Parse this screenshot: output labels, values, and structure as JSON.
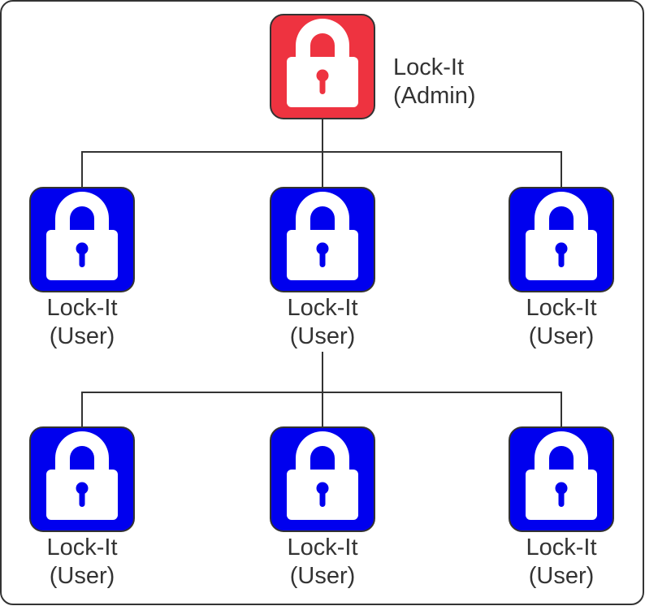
{
  "colors": {
    "admin_fill": "#ee3340",
    "user_fill": "#0000ee",
    "icon_border": "#333333",
    "lock_body": "#ffffff",
    "connector": "#333333",
    "frame_border": "#333333"
  },
  "admin": {
    "icon": "padlock-icon",
    "line1": "Lock-It",
    "line2": "(Admin)"
  },
  "row1": [
    {
      "icon": "padlock-icon",
      "line1": "Lock-It",
      "line2": "(User)"
    },
    {
      "icon": "padlock-icon",
      "line1": "Lock-It",
      "line2": "(User)"
    },
    {
      "icon": "padlock-icon",
      "line1": "Lock-It",
      "line2": "(User)"
    }
  ],
  "row2": [
    {
      "icon": "padlock-icon",
      "line1": "Lock-It",
      "line2": "(User)"
    },
    {
      "icon": "padlock-icon",
      "line1": "Lock-It",
      "line2": "(User)"
    },
    {
      "icon": "padlock-icon",
      "line1": "Lock-It",
      "line2": "(User)"
    }
  ]
}
